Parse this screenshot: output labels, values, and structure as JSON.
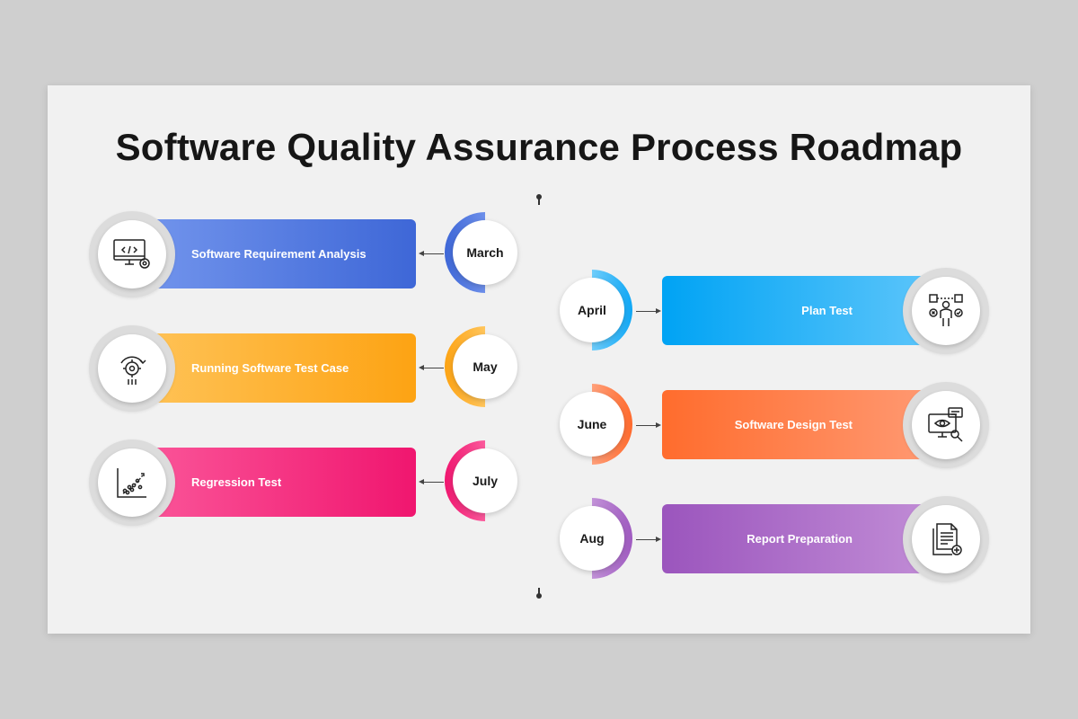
{
  "title": "Software Quality Assurance Process Roadmap",
  "colors": {
    "blue": "#3e69d8",
    "amber": "#fda313",
    "pink": "#f01872",
    "cyan": "#0fa7f5",
    "orange": "#ff7133",
    "purple": "#a260c4"
  },
  "left_items": [
    {
      "month": "March",
      "label": "Software Requirement Analysis",
      "icon": "computer-code-icon",
      "color": "blue"
    },
    {
      "month": "May",
      "label": "Running Software Test Case",
      "icon": "gear-cycle-icon",
      "color": "amber"
    },
    {
      "month": "July",
      "label": "Regression Test",
      "icon": "scatter-plot-icon",
      "color": "pink"
    }
  ],
  "right_items": [
    {
      "month": "April",
      "label": "Plan Test",
      "icon": "person-options-icon",
      "color": "cyan"
    },
    {
      "month": "June",
      "label": "Software Design Test",
      "icon": "monitor-inspect-icon",
      "color": "orange"
    },
    {
      "month": "Aug",
      "label": "Report Preparation",
      "icon": "document-add-icon",
      "color": "purple"
    }
  ]
}
